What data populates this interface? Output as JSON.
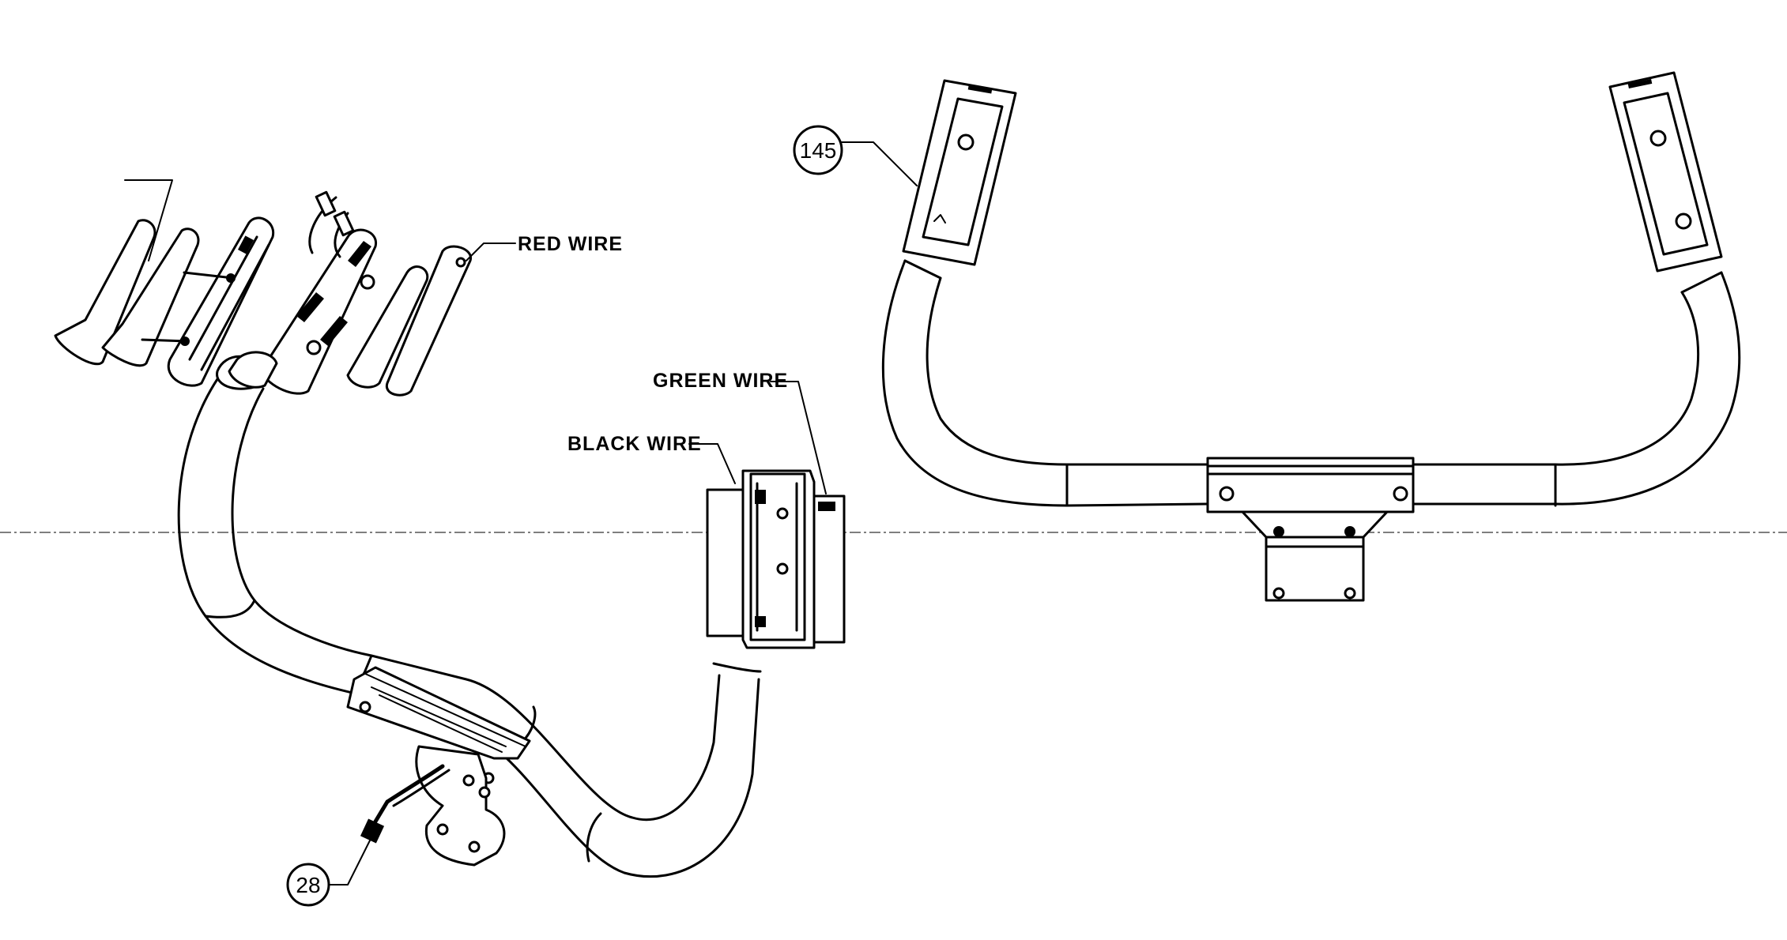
{
  "labels": {
    "red_wire": "RED WIRE",
    "green_wire": "GREEN WIRE",
    "black_wire": "BLACK WIRE"
  },
  "part_numbers": {
    "part_145": "145",
    "part_28": "28"
  }
}
